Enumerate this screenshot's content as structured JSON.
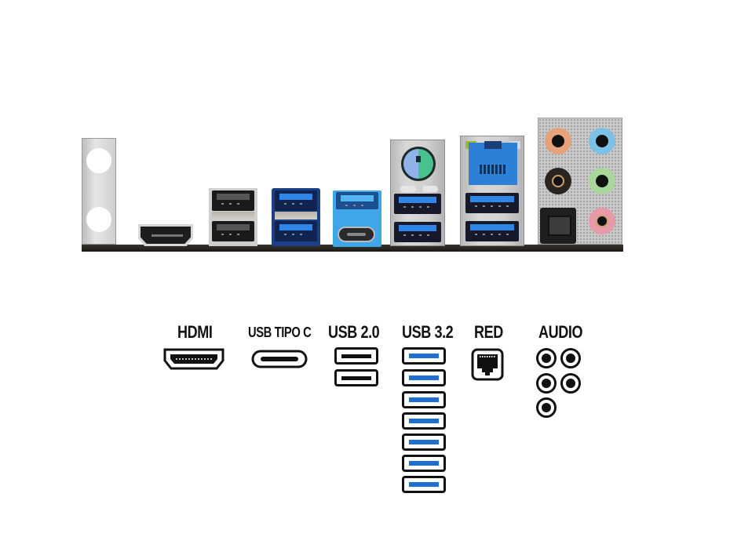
{
  "photo": {
    "description": "Motherboard rear I/O panel",
    "ports_left_to_right": [
      "mounting-bracket",
      "HDMI",
      "USB 2.0 x2 (black)",
      "USB 3.2 x2 (blue)",
      "USB 3.2 + USB Type-C",
      "PS/2 combo + USB 3.2 x2",
      "RJ45 LAN + USB 3.2 x2",
      "Audio 5 jacks + optical S/PDIF"
    ],
    "colors": {
      "usb3_blue": "#1f6fd1",
      "ps2_mouse": "#49c18c",
      "ps2_keyboard": "#8fb2e8",
      "lan_blue": "#2e7fd6",
      "audio_orange": "#e6a27a",
      "audio_blue": "#7cc1e8",
      "audio_black": "#2a2420",
      "audio_green": "#a9d69a",
      "audio_pink": "#e89aa8"
    }
  },
  "legend": {
    "hdmi": {
      "label": "HDMI",
      "count": 1
    },
    "usbc": {
      "label": "USB TIPO C",
      "count": 1
    },
    "usb2": {
      "label": "USB 2.0",
      "count": 2
    },
    "usb32": {
      "label": "USB 3.2",
      "count": 7
    },
    "red": {
      "label": "RED",
      "count": 1
    },
    "audio": {
      "label": "AUDIO",
      "count": 5
    }
  }
}
